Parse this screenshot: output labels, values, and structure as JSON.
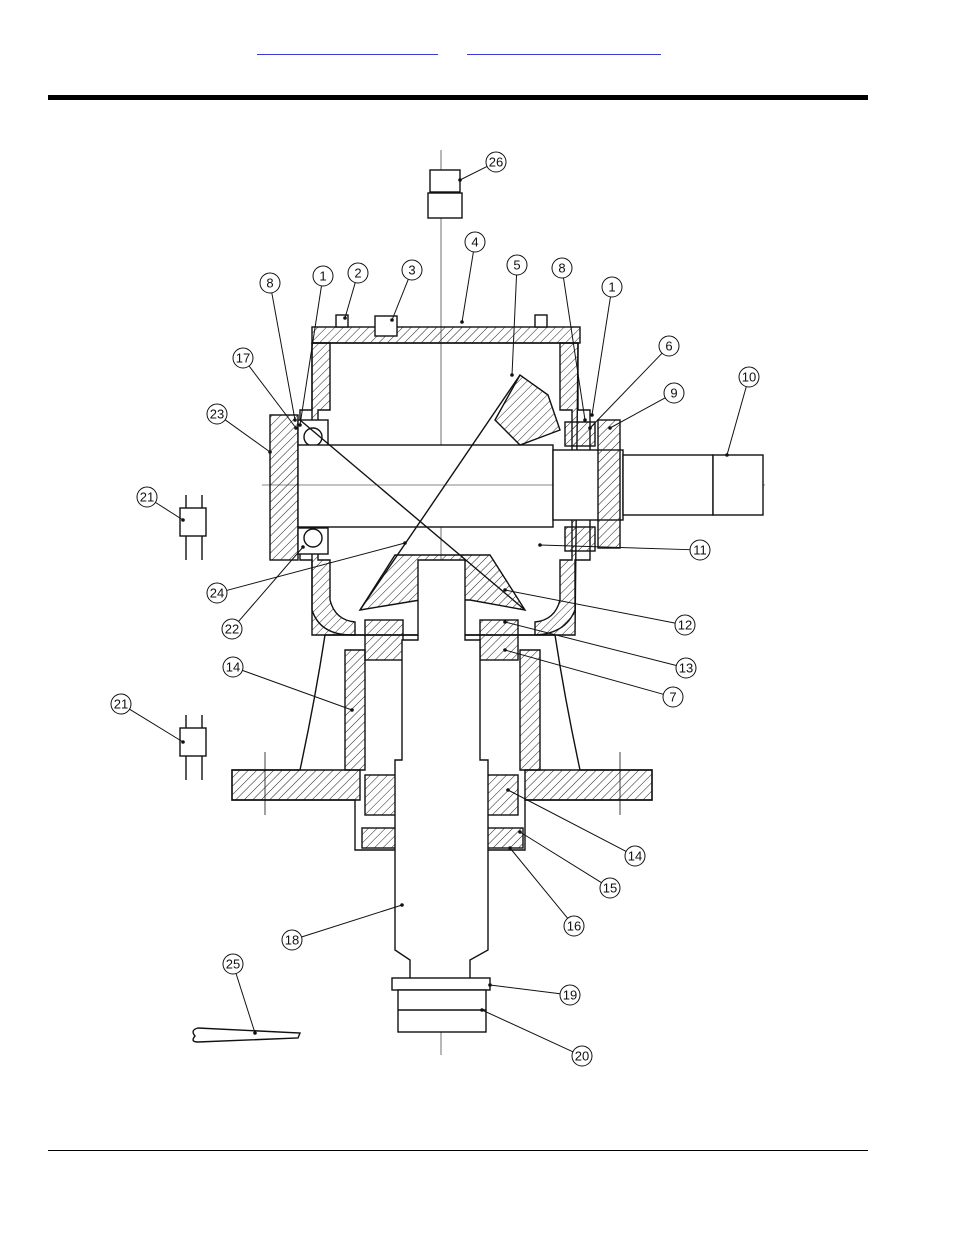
{
  "header": {
    "links": [
      "",
      ""
    ]
  },
  "callouts": [
    {
      "n": "26"
    },
    {
      "n": "4"
    },
    {
      "n": "5"
    },
    {
      "n": "8"
    },
    {
      "n": "1"
    },
    {
      "n": "2"
    },
    {
      "n": "3"
    },
    {
      "n": "8"
    },
    {
      "n": "1"
    },
    {
      "n": "6"
    },
    {
      "n": "10"
    },
    {
      "n": "9"
    },
    {
      "n": "17"
    },
    {
      "n": "23"
    },
    {
      "n": "21"
    },
    {
      "n": "11"
    },
    {
      "n": "24"
    },
    {
      "n": "22"
    },
    {
      "n": "12"
    },
    {
      "n": "13"
    },
    {
      "n": "7"
    },
    {
      "n": "14"
    },
    {
      "n": "21"
    },
    {
      "n": "14"
    },
    {
      "n": "15"
    },
    {
      "n": "16"
    },
    {
      "n": "18"
    },
    {
      "n": "25"
    },
    {
      "n": "19"
    },
    {
      "n": "20"
    }
  ]
}
